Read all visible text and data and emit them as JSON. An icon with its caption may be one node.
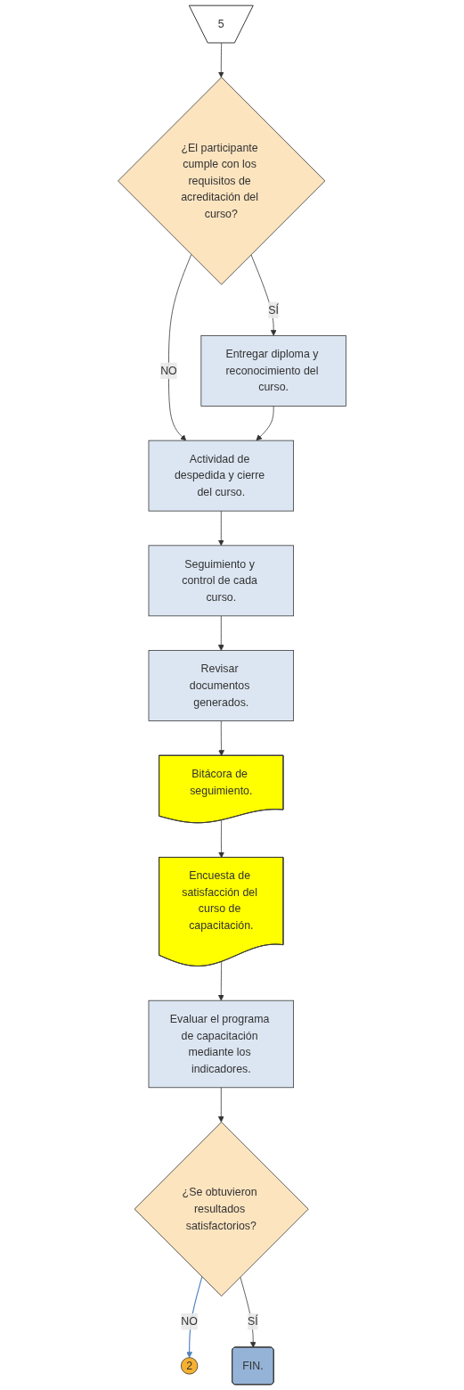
{
  "diagram": {
    "nodes": [
      {
        "text": [
          "5"
        ]
      },
      {
        "text": [
          "¿El participante cumple con los requisitos de acreditación del curso?"
        ]
      },
      {
        "text": [
          "Entregar diploma y reconocimiento del curso."
        ]
      },
      {
        "text": [
          "Actividad de despedida y cierre del curso."
        ]
      },
      {
        "text": [
          "Seguimiento y control de cada curso."
        ]
      },
      {
        "text": [
          "Revisar documentos generados."
        ]
      },
      {
        "text": [
          "Bitácora de seguimiento."
        ]
      },
      {
        "text": [
          "Encuesta de satisfacción del curso de capacitación."
        ]
      },
      {
        "text": [
          "Evaluar el programa de capacitación mediante los indicadores."
        ]
      },
      {
        "text": [
          "¿Se obtuvieron resultados satisfactorios?"
        ]
      },
      {
        "text": [
          "2"
        ]
      },
      {
        "text": [
          "FIN."
        ]
      }
    ],
    "edges": [
      {
        "from": 0,
        "to": 1,
        "arrow": "to"
      },
      {
        "from": 1,
        "to": 2,
        "arrow": "to",
        "label": "SÍ"
      },
      {
        "from": 1,
        "to": 3,
        "arrow": "to",
        "label": "NO"
      },
      {
        "from": 2,
        "to": 3,
        "arrow": "to"
      },
      {
        "from": 3,
        "to": 4,
        "arrow": "to"
      },
      {
        "from": 4,
        "to": 5,
        "arrow": "to"
      },
      {
        "from": 5,
        "to": 6,
        "arrow": "to"
      },
      {
        "from": 6,
        "to": 7,
        "arrow": "to"
      },
      {
        "from": 7,
        "to": 8,
        "arrow": "to"
      },
      {
        "from": 8,
        "to": 9,
        "arrow": "to"
      },
      {
        "from": 9,
        "to": 10,
        "arrow": "to",
        "label": "NO",
        "color": "#4f81bd"
      },
      {
        "from": 9,
        "to": 11,
        "arrow": "to",
        "label": "SÍ"
      }
    ]
  }
}
